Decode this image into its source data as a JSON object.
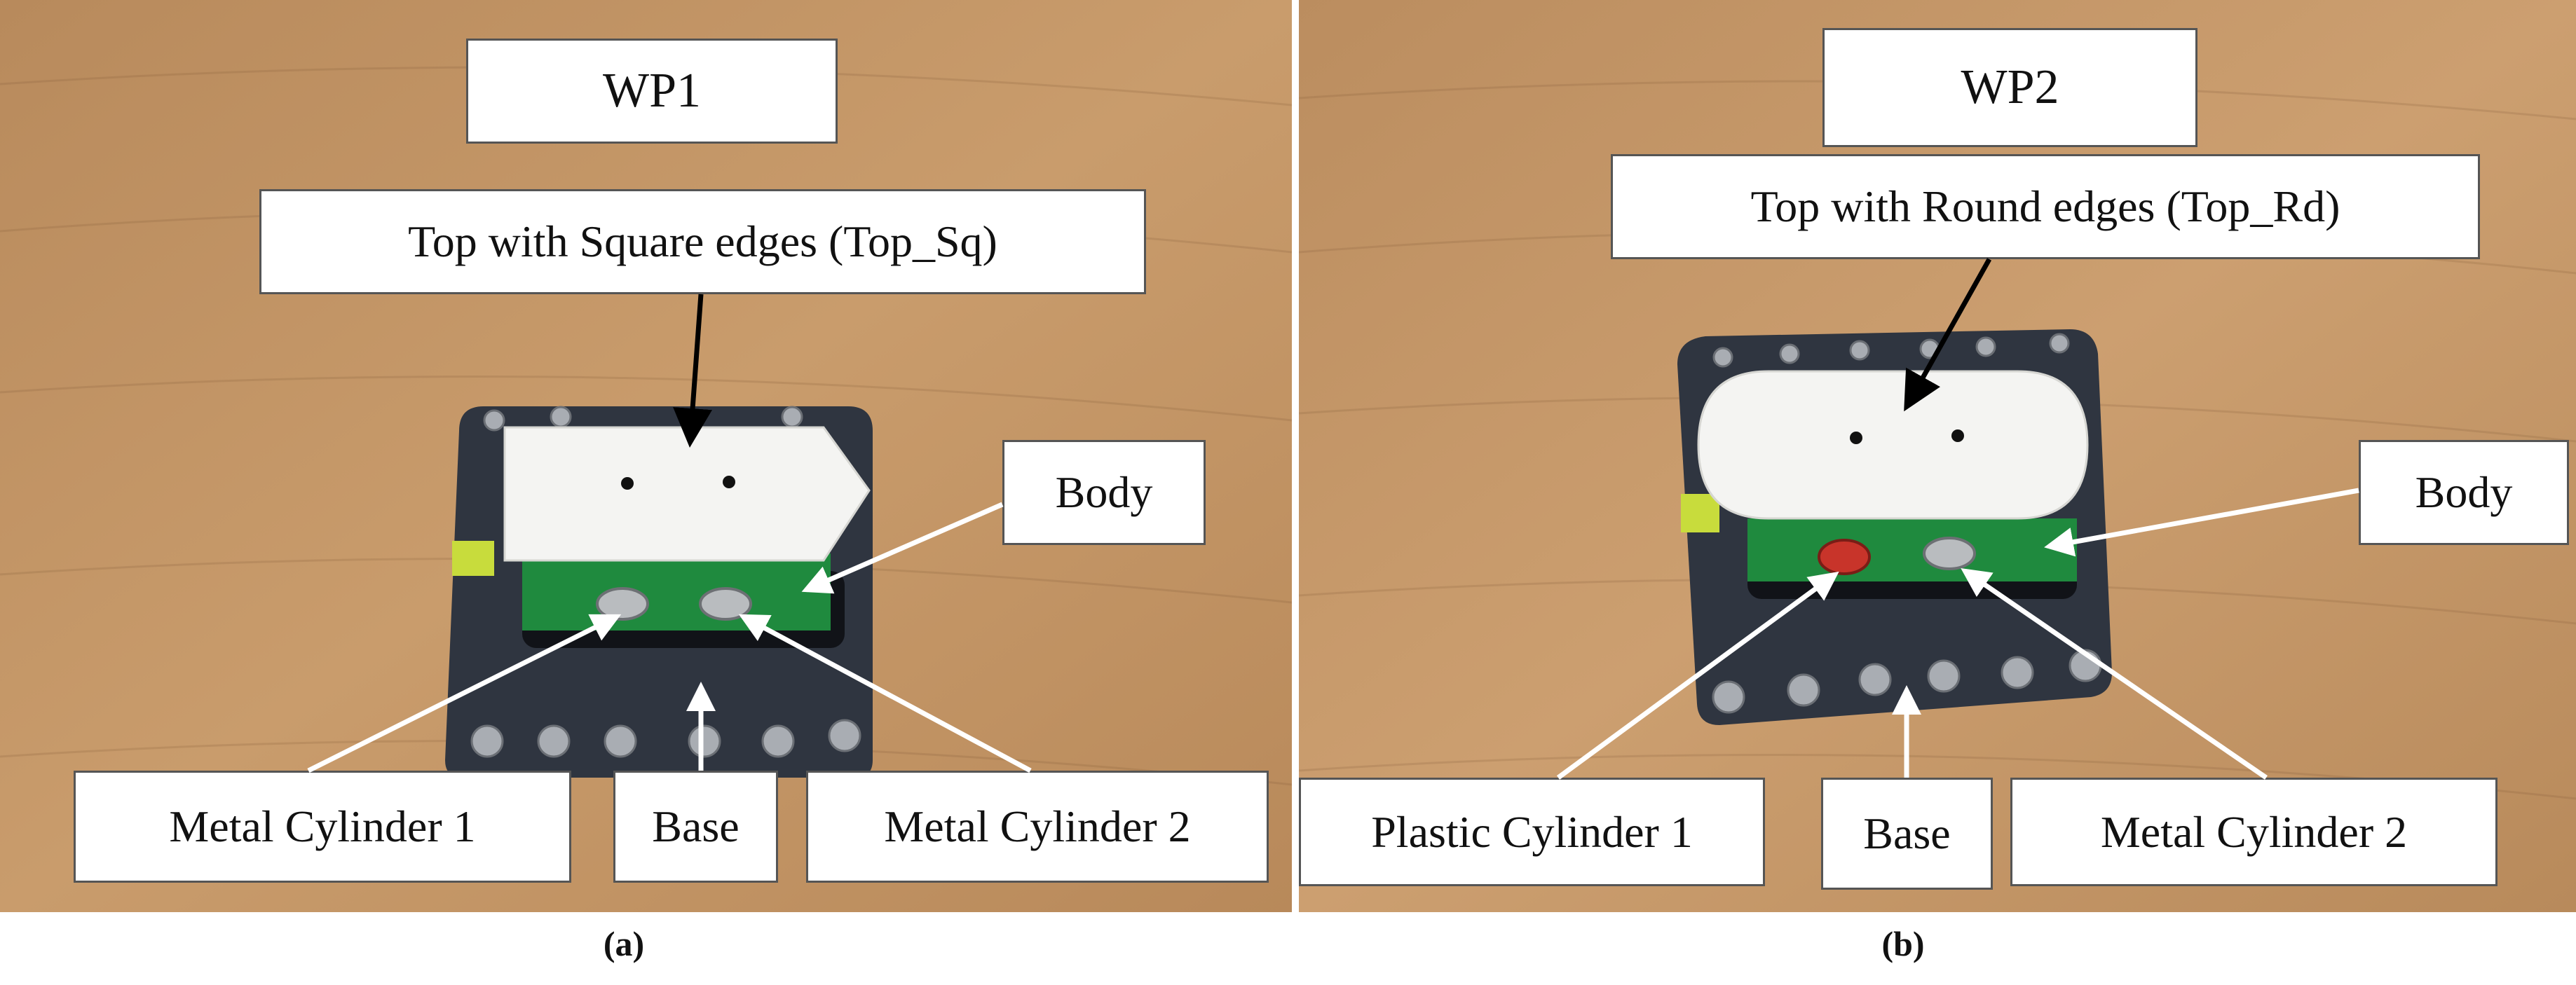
{
  "panels": [
    {
      "id": "a",
      "caption": "(a)",
      "title": "WP1",
      "top_label": "Top with Square edges (Top_Sq)",
      "body_label": "Body",
      "cylinder1_label": "Metal Cylinder 1",
      "base_label": "Base",
      "cylinder2_label": "Metal Cylinder 2",
      "top_shape": "square-edges",
      "cylinder1_color": "#b9bcbf"
    },
    {
      "id": "b",
      "caption": "(b)",
      "title": "WP2",
      "top_label": "Top with Round edges (Top_Rd)",
      "body_label": "Body",
      "cylinder1_label": "Plastic Cylinder 1",
      "base_label": "Base",
      "cylinder2_label": "Metal Cylinder 2",
      "top_shape": "round-edges",
      "cylinder1_color": "#c8342a"
    }
  ],
  "colors": {
    "wood": "#c79a6b",
    "base_plate": "#2f3540",
    "body": "#1f8a3e",
    "top": "#f4f4f2",
    "tape": "#c8dc3c"
  }
}
